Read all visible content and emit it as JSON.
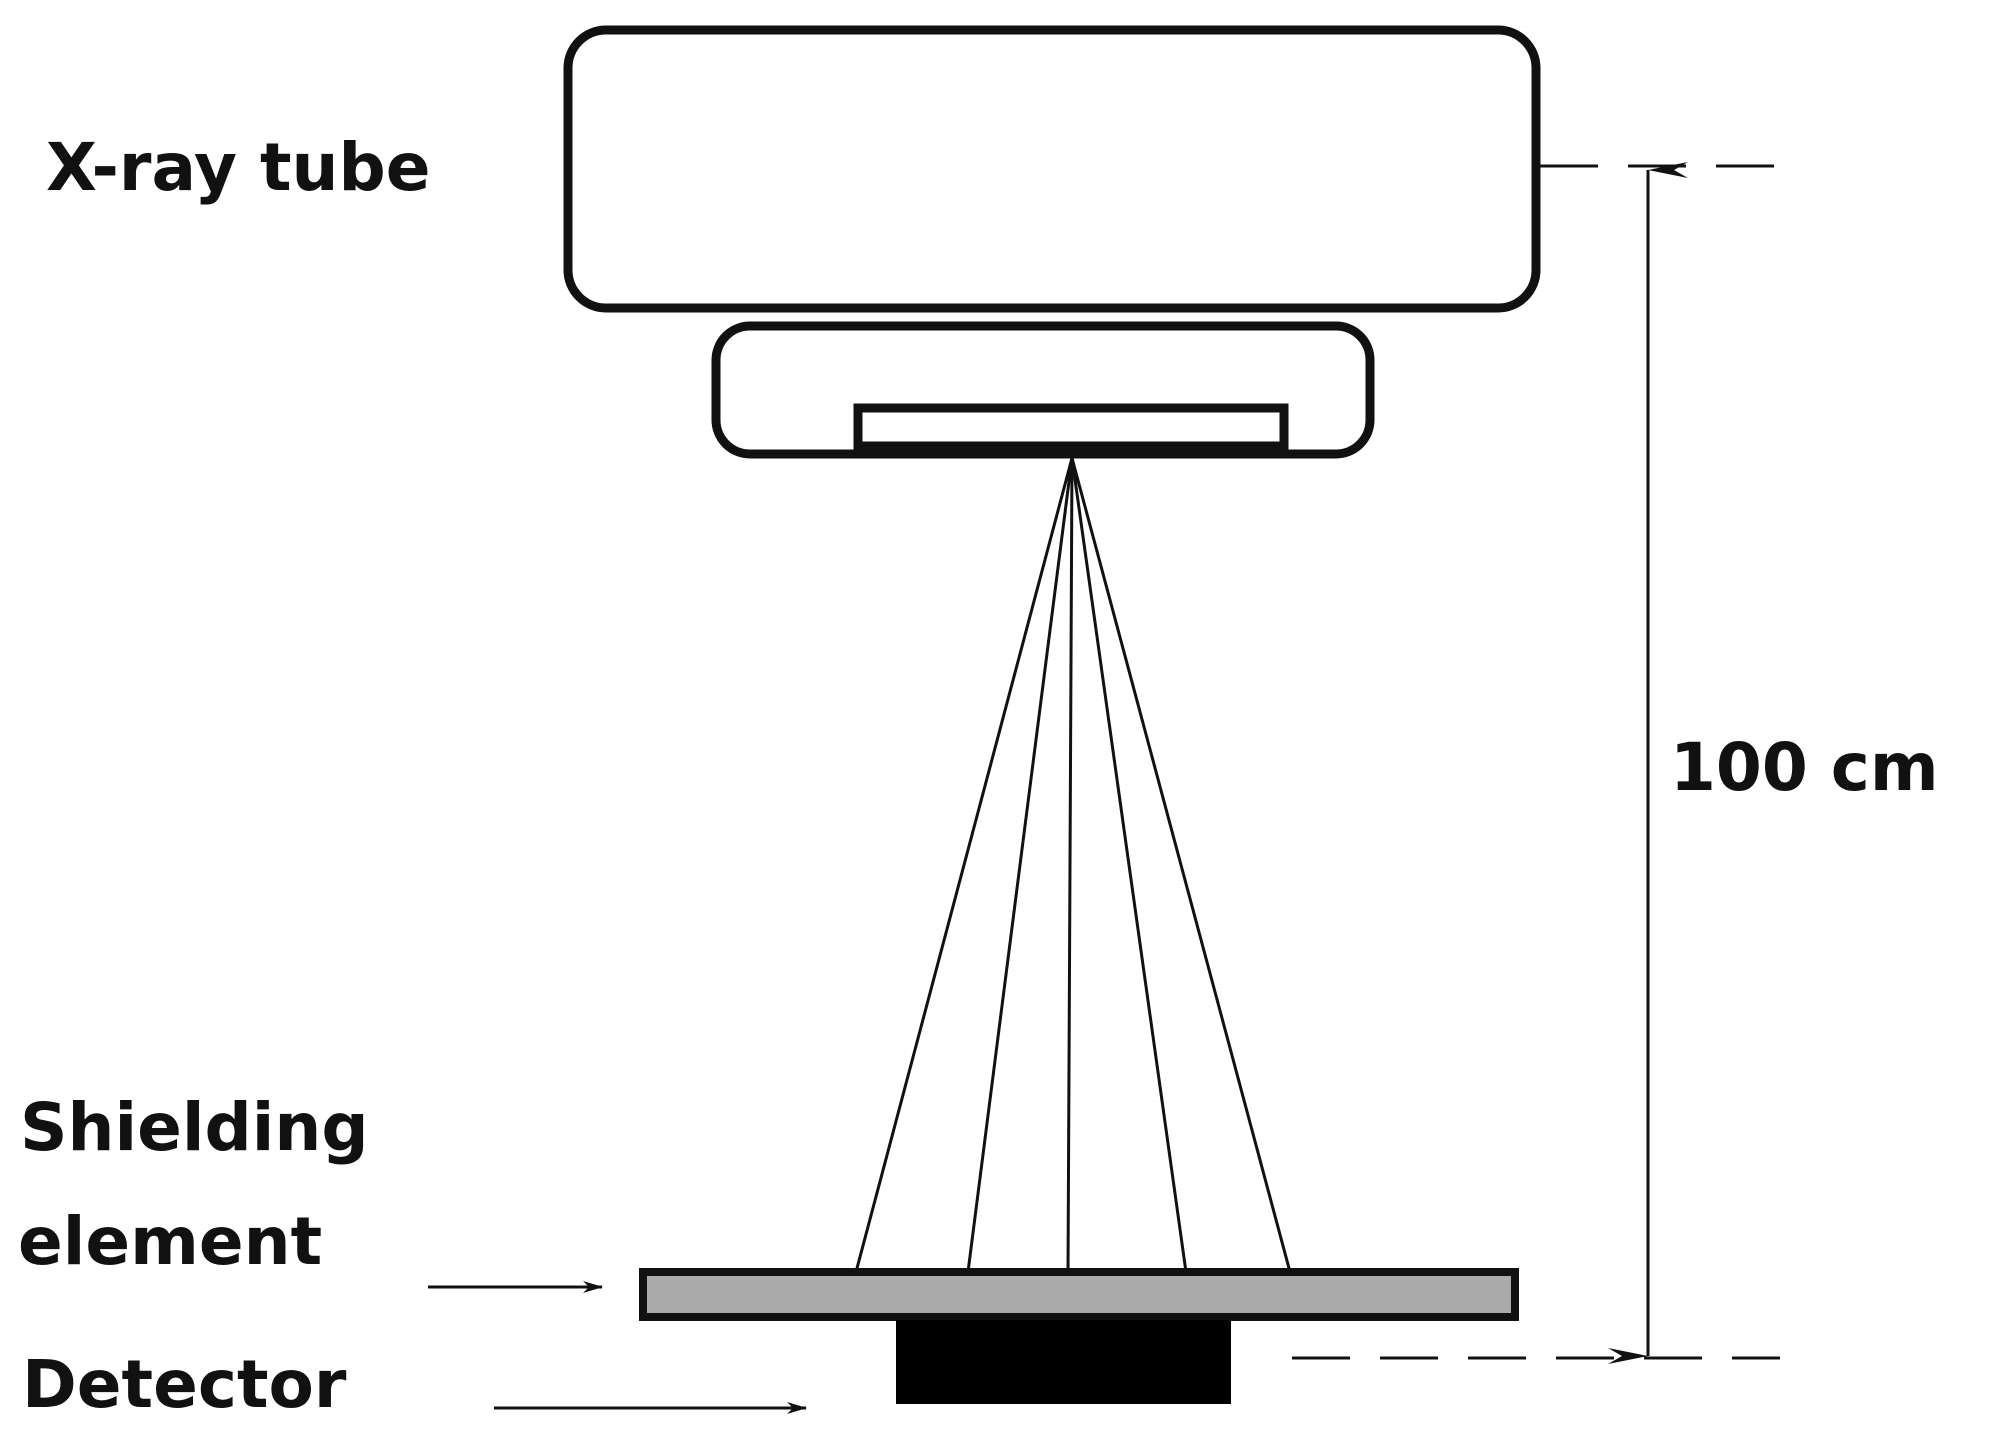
{
  "labels": {
    "xray_tube": "X-ray tube",
    "distance": "100 cm",
    "shielding_line1": "Shielding",
    "shielding_line2": "element",
    "detector": "Detector"
  },
  "colors": {
    "stroke": "#111111",
    "background": "#ffffff",
    "shielding_fill": "#aaaaaa",
    "detector_fill": "#000000"
  }
}
